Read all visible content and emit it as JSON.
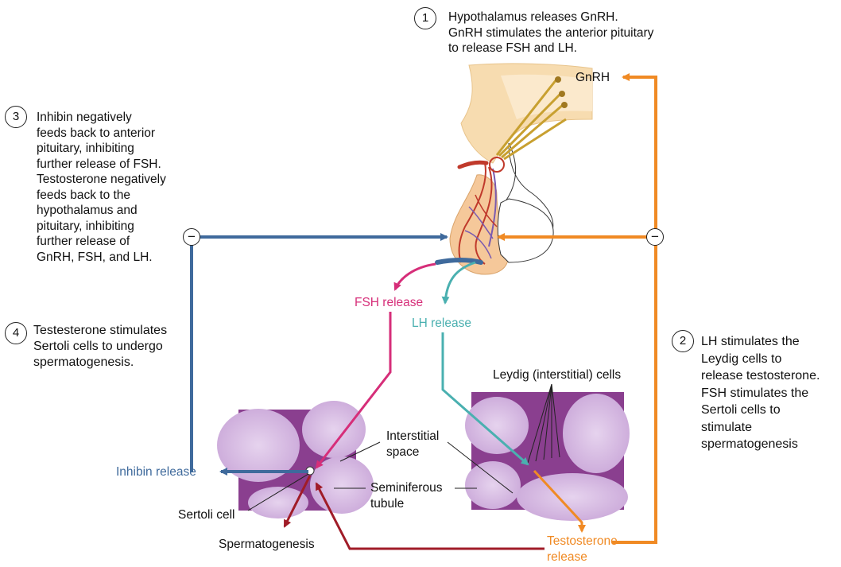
{
  "steps": [
    {
      "number": "1",
      "text": "Hypothalamus releases GnRH.\nGnRH stimulates the anterior pituitary\nto release FSH and LH."
    },
    {
      "number": "2",
      "text": "LH stimulates the\nLeydig cells to\nrelease testosterone.\nFSH stimulates the\nSertoli cells to\nstimulate\nspermatogenesis"
    },
    {
      "number": "3",
      "text": "Inhibin negatively\nfeeds back to anterior\npituitary, inhibiting\nfurther release of FSH.\nTestosterone negatively\nfeeds back to the\nhypothalamus and\npituitary, inhibiting\nfurther release of\nGnRH, FSH, and LH."
    },
    {
      "number": "4",
      "text": "Testesterone stimulates\nSertoli cells to undergo\nspermatogenesis."
    }
  ],
  "feedback_symbol": "−",
  "labels": {
    "gnrh": "GnRH",
    "fsh_release": "FSH release",
    "lh_release": "LH release",
    "leydig_cells": "Leydig (interstitial) cells",
    "interstitial_space": "Interstitial\nspace",
    "seminiferous_tubule": "Seminiferous\ntubule",
    "sertoli_cell": "Sertoli cell",
    "inhibin_release": "Inhibin release",
    "spermatogenesis": "Spermatogenesis",
    "testosterone_release": "Testosterone\nrelease"
  },
  "colors": {
    "inhibin": "#3f6a9c",
    "testosterone": "#f08a24",
    "fsh": "#d62e79",
    "lh": "#4ab0b0",
    "spermatogenesis": "#a01c28"
  }
}
